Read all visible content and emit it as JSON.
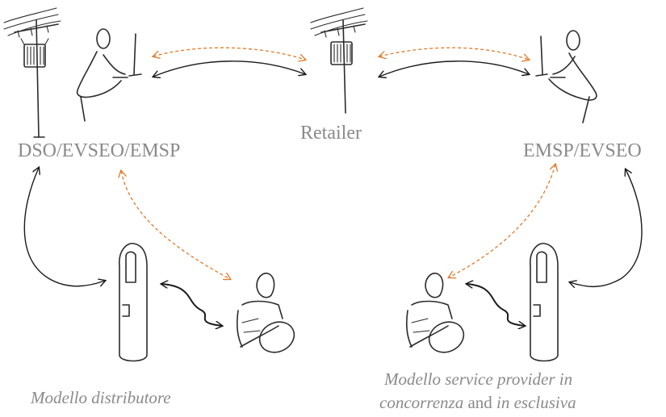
{
  "labels": {
    "left_actor": "DSO/EVSEO/EMSP",
    "center_actor": "Retailer",
    "right_actor": "EMSP/EVSEO"
  },
  "captions": {
    "left": "Modello distributore",
    "right_line1_italic": "Modello service provider in",
    "right_line2_italic_a": "concorrenza",
    "right_line2_plain": " and ",
    "right_line2_italic_b": "in esclusiva"
  },
  "colors": {
    "label_gray": "#8a8a8a",
    "arrow_black": "#1a1a1a",
    "arrow_orange": "#e07a2a"
  },
  "icons": [
    "power-pole-icon",
    "person-at-computer-icon",
    "charging-station-icon",
    "driver-in-car-icon"
  ]
}
